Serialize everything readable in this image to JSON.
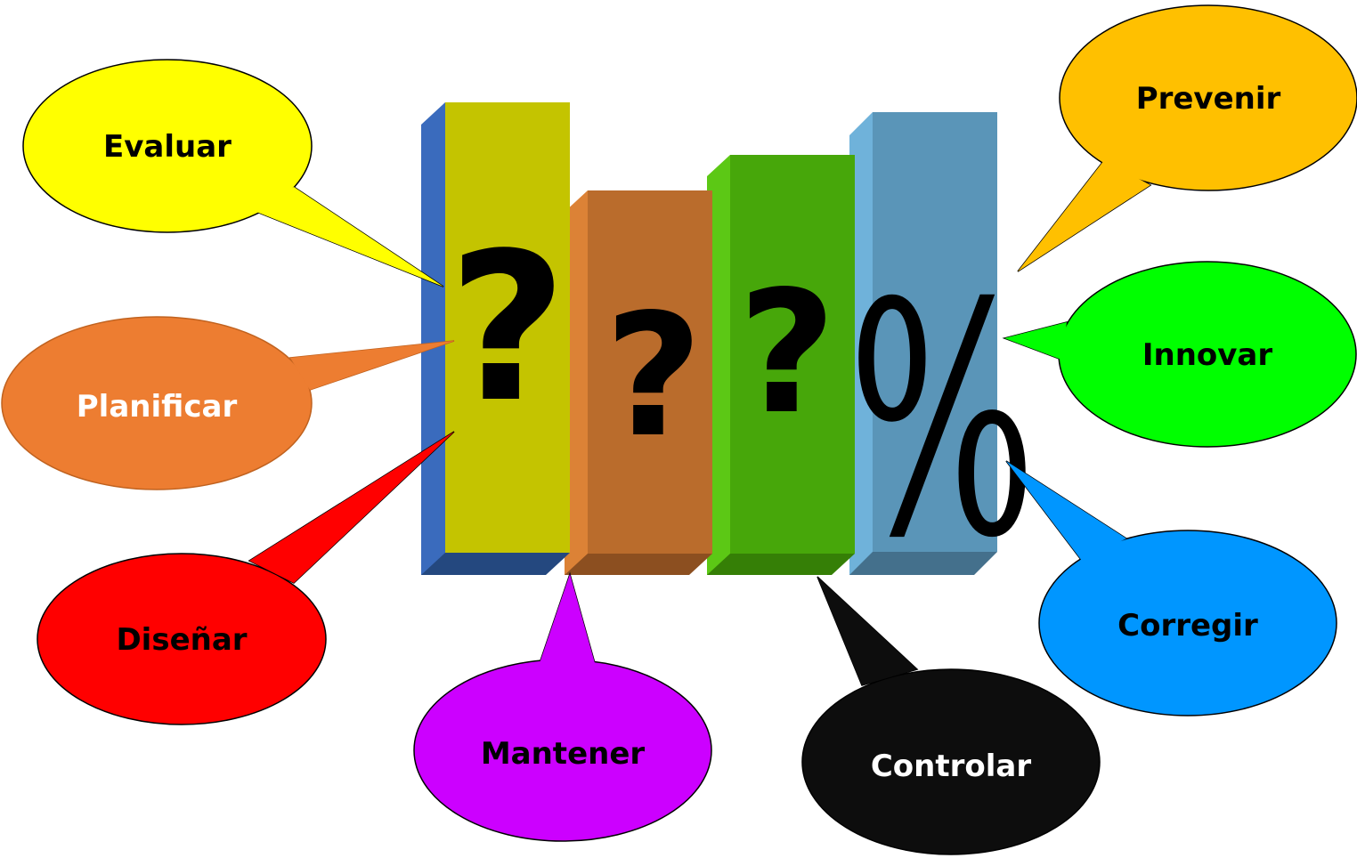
{
  "bars": [
    {
      "id": "bar-1",
      "glyph": "?",
      "color": "#c4c400",
      "side": "#3a6bbd"
    },
    {
      "id": "bar-2",
      "glyph": "?",
      "color": "#ba6c2c",
      "side": "#dc8236"
    },
    {
      "id": "bar-3",
      "glyph": "?",
      "color": "#47a70a",
      "side": "#5cc815"
    },
    {
      "id": "bar-4",
      "glyph": "%",
      "color": "#5a95b8",
      "side": "#6fb2da"
    }
  ],
  "bubbles": [
    {
      "id": "evaluar",
      "label": "Evaluar",
      "fill": "#ffff00",
      "text_color": "#000000"
    },
    {
      "id": "planificar",
      "label": "Planificar",
      "fill": "#ed7d31",
      "text_color": "#ffffff"
    },
    {
      "id": "disenar",
      "label": "Diseñar",
      "fill": "#ff0000",
      "text_color": "#000000"
    },
    {
      "id": "mantener",
      "label": "Mantener",
      "fill": "#cc00ff",
      "text_color": "#000000"
    },
    {
      "id": "controlar",
      "label": "Controlar",
      "fill": "#0d0d0d",
      "text_color": "#ffffff"
    },
    {
      "id": "corregir",
      "label": "Corregir",
      "fill": "#0096ff",
      "text_color": "#000000"
    },
    {
      "id": "innovar",
      "label": "Innovar",
      "fill": "#00ff00",
      "text_color": "#000000"
    },
    {
      "id": "prevenir",
      "label": "Prevenir",
      "fill": "#ffc000",
      "text_color": "#000000"
    }
  ]
}
